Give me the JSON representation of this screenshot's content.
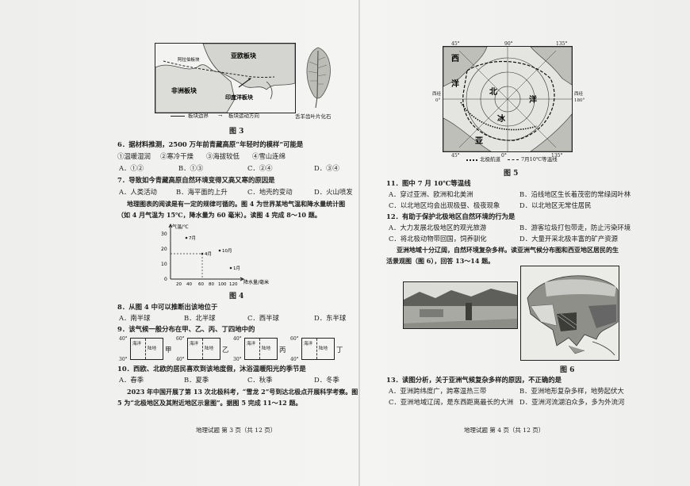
{
  "pages": {
    "left": {
      "fig3": {
        "labels": {
          "eurasian": "亚欧板块",
          "african": "非洲板块",
          "indian": "印度洋板块",
          "arab": "阿拉伯板块",
          "fossil": "舌羊齿叶片化石"
        },
        "legend_boundary": "板块边界",
        "legend_motion": "板块运动方向",
        "caption": "图 3"
      },
      "q6": {
        "stem": "6．据材料推测，2500 万年前青藏高原“年轻时的模样”可能是",
        "statements": [
          "①温暖湿润",
          "②寒冷干燥",
          "③海拔较低",
          "④雪山连绵"
        ],
        "options": [
          "A．①②",
          "B．①③",
          "C．②④",
          "D．③④"
        ]
      },
      "q7": {
        "stem": "7．导致如今青藏高原自然环境变得又高又寒的原因是",
        "options": [
          "A．人类活动",
          "B．海平面的上升",
          "C．地壳的变动",
          "D．火山喷发"
        ]
      },
      "climate_intro": {
        "line1": "地理图表的阅读是有一定的规律可循的。图 4 为世界某地气温和降水量统计图",
        "line2": "（如 4 月气温为 15℃，降水量为 60 毫米）。读图 4 完成 8～10 题。"
      },
      "fig4": {
        "ylabel": "气温/℃",
        "xlabel": "降水量/毫米",
        "yticks": [
          "30",
          "20",
          "10",
          "0"
        ],
        "xticks": [
          "20",
          "40",
          "60",
          "80",
          "100",
          "120"
        ],
        "caption": "图 4"
      },
      "q8": {
        "stem": "8．从图 4 中可以推断出该地位于",
        "options": [
          "A．南半球",
          "B．北半球",
          "C．西半球",
          "D．东半球"
        ]
      },
      "q9": {
        "stem": "9．该气候一般分布在甲、乙、丙、丁四地中的",
        "maps": [
          {
            "name": "甲",
            "top": "40°",
            "bottom": "30°",
            "sea": "海洋",
            "land": "陆地"
          },
          {
            "name": "乙",
            "top": "60°",
            "bottom": "40°",
            "sea": "海洋",
            "land": "陆地"
          },
          {
            "name": "丙",
            "top": "40°",
            "bottom": "30°",
            "sea": "海洋",
            "land": "陆地"
          },
          {
            "name": "丁",
            "top": "60°",
            "bottom": "40°",
            "sea": "海洋",
            "land": "陆地"
          }
        ]
      },
      "q10": {
        "stem": "10．西欧、北欧的居民喜欢到该地度假，沐浴温暖阳光的季节是",
        "options": [
          "A．春季",
          "B．夏季",
          "C．秋季",
          "D．冬季"
        ]
      },
      "arctic_intro": {
        "line1": "2023 年中国开展了第 13 次北极科考，“雪龙 2”号到达北极点开展科学考察。图",
        "line2": "5 为“北极地区及其附近地区示意图”。据图 5 完成 11～12 题。"
      },
      "footer": "地理试题  第 3 页（共 12 页）"
    },
    "right": {
      "fig5": {
        "lon_top": [
          "45°",
          "90°",
          "135°"
        ],
        "lon_bottom": [
          "45°",
          "0°",
          "135°"
        ],
        "labels": {
          "west": "西",
          "ocean_a": "洋",
          "ocean_b": "洋",
          "asia": "亚",
          "north": "北",
          "ice": "冰",
          "west_lon": "西经",
          "west_lon_val": "0°",
          "east_lon": "西经",
          "east_lon_val": "180°"
        },
        "legend_route": "北极航道",
        "legend_iso": "7月10℃等温线",
        "caption": "图 5"
      },
      "q11": {
        "stem": "11．图中 7 月 10℃等温线",
        "options": [
          "A．穿过亚洲、欧洲和北美洲",
          "B．沿线地区生长着茂密的常绿阔叶林",
          "C．以北地区均会出现极昼、极夜现象",
          "D．以北地区无常住居民"
        ]
      },
      "q12": {
        "stem": "12．有助于保护北极地区自然环境的行为是",
        "options": [
          "A．大力发展北极地区的观光旅游",
          "B．游客垃圾打包带走，防止污染环境",
          "C．将北极动物带回国，饲养驯化",
          "D．大量开采北极丰富的矿产资源"
        ]
      },
      "asia_intro": {
        "line1": "亚洲地域十分辽阔，自然环境复杂多样。读亚洲气候分布图和西亚地区居民的生",
        "line2": "活景观图（图 6），回答 13～14 题。"
      },
      "fig6": {
        "caption": "图 6"
      },
      "q13": {
        "stem": "13．读图分析，关于亚洲气候复杂多样的原因，不正确的是",
        "options": [
          "A．亚洲跨纬度广，跨寒温热三带",
          "B．亚洲地形复杂多样，地势起伏大",
          "C．亚洲地域辽阔，是东西距离最长的大洲",
          "D．亚洲河流湖泊众多，多为外流河"
        ]
      },
      "footer": "地理试题  第 4 页（共 12 页）"
    }
  },
  "colors": {
    "ink": "#1d1d1d",
    "paper": "#f3f3f1",
    "shade": "#7a7a7a"
  }
}
